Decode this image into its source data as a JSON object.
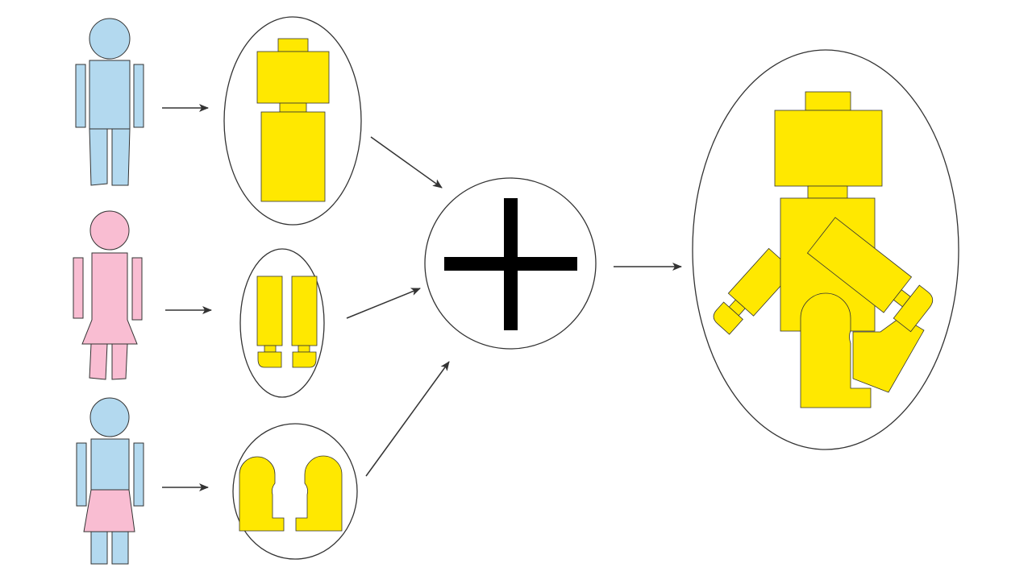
{
  "diagram": {
    "type": "figure-composition",
    "colors": {
      "background": "#ffffff",
      "blue_person": "#b3d9ef",
      "pink_person": "#f9bdd2",
      "part_fill": "#ffe800",
      "outline": "#333333",
      "arrow": "#333333",
      "plus_sign": "#000000"
    },
    "sources": [
      {
        "id": "blue-person",
        "colors": [
          "blue_person"
        ],
        "icon": "male-figure-icon",
        "extracted_part": "head-and-torso"
      },
      {
        "id": "pink-person",
        "colors": [
          "pink_person"
        ],
        "icon": "female-figure-icon",
        "extracted_part": "arms-and-hands"
      },
      {
        "id": "mixed-person",
        "colors": [
          "blue_person",
          "pink_person"
        ],
        "icon": "skirt-figure-icon",
        "extracted_part": "legs-and-feet"
      }
    ],
    "operator": {
      "icon": "plus-icon"
    },
    "result": {
      "icon": "assembled-yellow-figure-icon"
    }
  }
}
